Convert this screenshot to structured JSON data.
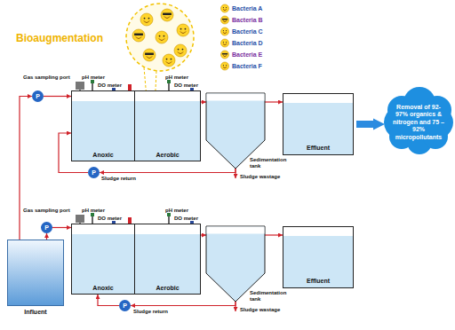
{
  "diagram": {
    "nodes": [
      {
        "text": [
          "P"
        ]
      },
      {
        "text": [
          "Anoxic"
        ]
      },
      {
        "text": [
          "Aerobic"
        ]
      },
      {
        "text": [
          "Sedimentation tank"
        ]
      },
      {
        "text": [
          "Effluent"
        ]
      },
      {
        "text": [
          "Removal of 92-97% organics & nitrogen and 75 – 92% micropollutants"
        ]
      },
      {
        "text": [
          "Influent"
        ]
      },
      {
        "text": [
          "P"
        ]
      },
      {
        "text": [
          "P"
        ]
      },
      {
        "text": [
          "Anoxic"
        ]
      },
      {
        "text": [
          "Aerobic"
        ]
      },
      {
        "text": [
          "Sedimentation tank"
        ]
      },
      {
        "text": [
          "Effluent"
        ]
      },
      {
        "text": [
          "P"
        ]
      }
    ],
    "edges": [
      {
        "from": 6,
        "to": 0,
        "arrow": "to"
      },
      {
        "from": 0,
        "to": 1,
        "arrow": "to"
      },
      {
        "from": 2,
        "to": 3,
        "arrow": "to"
      },
      {
        "from": 3,
        "to": 4,
        "arrow": "to"
      },
      {
        "from": 4,
        "to": 5,
        "arrow": "to"
      },
      {
        "from": 3,
        "to": 7,
        "arrow": "to"
      },
      {
        "from": 7,
        "to": 1,
        "arrow": "to"
      },
      {
        "from": 6,
        "to": 8,
        "arrow": "to"
      },
      {
        "from": 8,
        "to": 9,
        "arrow": "to"
      },
      {
        "from": 10,
        "to": 11,
        "arrow": "to"
      },
      {
        "from": 11,
        "to": 12,
        "arrow": "to"
      },
      {
        "from": 11,
        "to": 13,
        "arrow": "to"
      },
      {
        "from": 13,
        "to": 9,
        "arrow": "to"
      }
    ],
    "labels": [
      "Bioaugmentation",
      "Gas sampling port",
      "pH meter",
      "DO meter",
      "pH meter",
      "DO meter",
      "Sludge return",
      "Sludge wastage",
      "Gas sampling port",
      "pH meter",
      "DO meter",
      "pH meter",
      "DO meter",
      "Sludge return",
      "Sludge wastage"
    ],
    "legend": [
      {
        "text": "Bacteria A"
      },
      {
        "text": "Bacteria B"
      },
      {
        "text": "Bacteria C"
      },
      {
        "text": "Bacteria D"
      },
      {
        "text": "Bacteria E"
      },
      {
        "text": "Bacteria F"
      }
    ]
  }
}
